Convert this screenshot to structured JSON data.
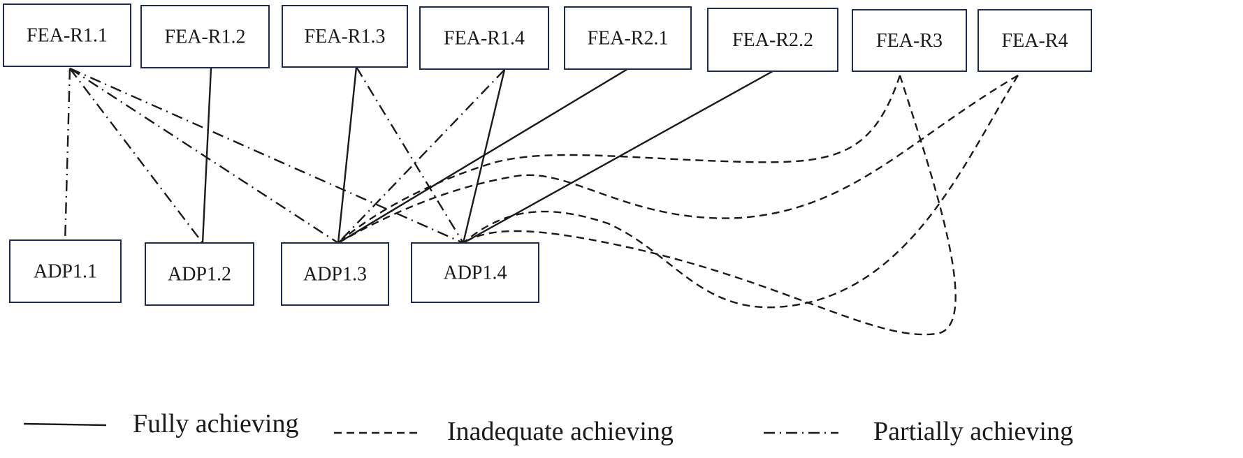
{
  "diagram": {
    "top_nodes": [
      {
        "id": "FEA-R1.1",
        "label": "FEA-R1.1"
      },
      {
        "id": "FEA-R1.2",
        "label": "FEA-R1.2"
      },
      {
        "id": "FEA-R1.3",
        "label": "FEA-R1.3"
      },
      {
        "id": "FEA-R1.4",
        "label": "FEA-R1.4"
      },
      {
        "id": "FEA-R2.1",
        "label": "FEA-R2.1"
      },
      {
        "id": "FEA-R2.2",
        "label": "FEA-R2.2"
      },
      {
        "id": "FEA-R3",
        "label": "FEA-R3"
      },
      {
        "id": "FEA-R4",
        "label": "FEA-R4"
      }
    ],
    "bottom_nodes": [
      {
        "id": "ADP1.1",
        "label": "ADP1.1"
      },
      {
        "id": "ADP1.2",
        "label": "ADP1.2"
      },
      {
        "id": "ADP1.3",
        "label": "ADP1.3"
      },
      {
        "id": "ADP1.4",
        "label": "ADP1.4"
      }
    ],
    "edges": [
      {
        "from": "FEA-R1.1",
        "to": "ADP1.1",
        "type": "partial"
      },
      {
        "from": "FEA-R1.1",
        "to": "ADP1.2",
        "type": "partial"
      },
      {
        "from": "FEA-R1.1",
        "to": "ADP1.3",
        "type": "partial"
      },
      {
        "from": "FEA-R1.1",
        "to": "ADP1.4",
        "type": "partial"
      },
      {
        "from": "FEA-R1.2",
        "to": "ADP1.2",
        "type": "full"
      },
      {
        "from": "FEA-R1.3",
        "to": "ADP1.3",
        "type": "full"
      },
      {
        "from": "FEA-R1.3",
        "to": "ADP1.4",
        "type": "partial"
      },
      {
        "from": "FEA-R1.4",
        "to": "ADP1.3",
        "type": "partial"
      },
      {
        "from": "FEA-R1.4",
        "to": "ADP1.4",
        "type": "full"
      },
      {
        "from": "FEA-R2.1",
        "to": "ADP1.3",
        "type": "full"
      },
      {
        "from": "FEA-R2.2",
        "to": "ADP1.4",
        "type": "full"
      },
      {
        "from": "FEA-R3",
        "to": "ADP1.3",
        "type": "inadequate"
      },
      {
        "from": "FEA-R3",
        "to": "ADP1.4",
        "type": "inadequate"
      },
      {
        "from": "FEA-R4",
        "to": "ADP1.3",
        "type": "inadequate"
      },
      {
        "from": "FEA-R4",
        "to": "ADP1.4",
        "type": "inadequate"
      }
    ],
    "legend": [
      {
        "type": "full",
        "label": "Fully achieving"
      },
      {
        "type": "inadequate",
        "label": "Inadequate achieving"
      },
      {
        "type": "partial",
        "label": "Partially achieving"
      }
    ],
    "colors": {
      "box_border": "#1f2a5c",
      "line": "#1a1a1a",
      "text": "#1a1a1a"
    }
  }
}
